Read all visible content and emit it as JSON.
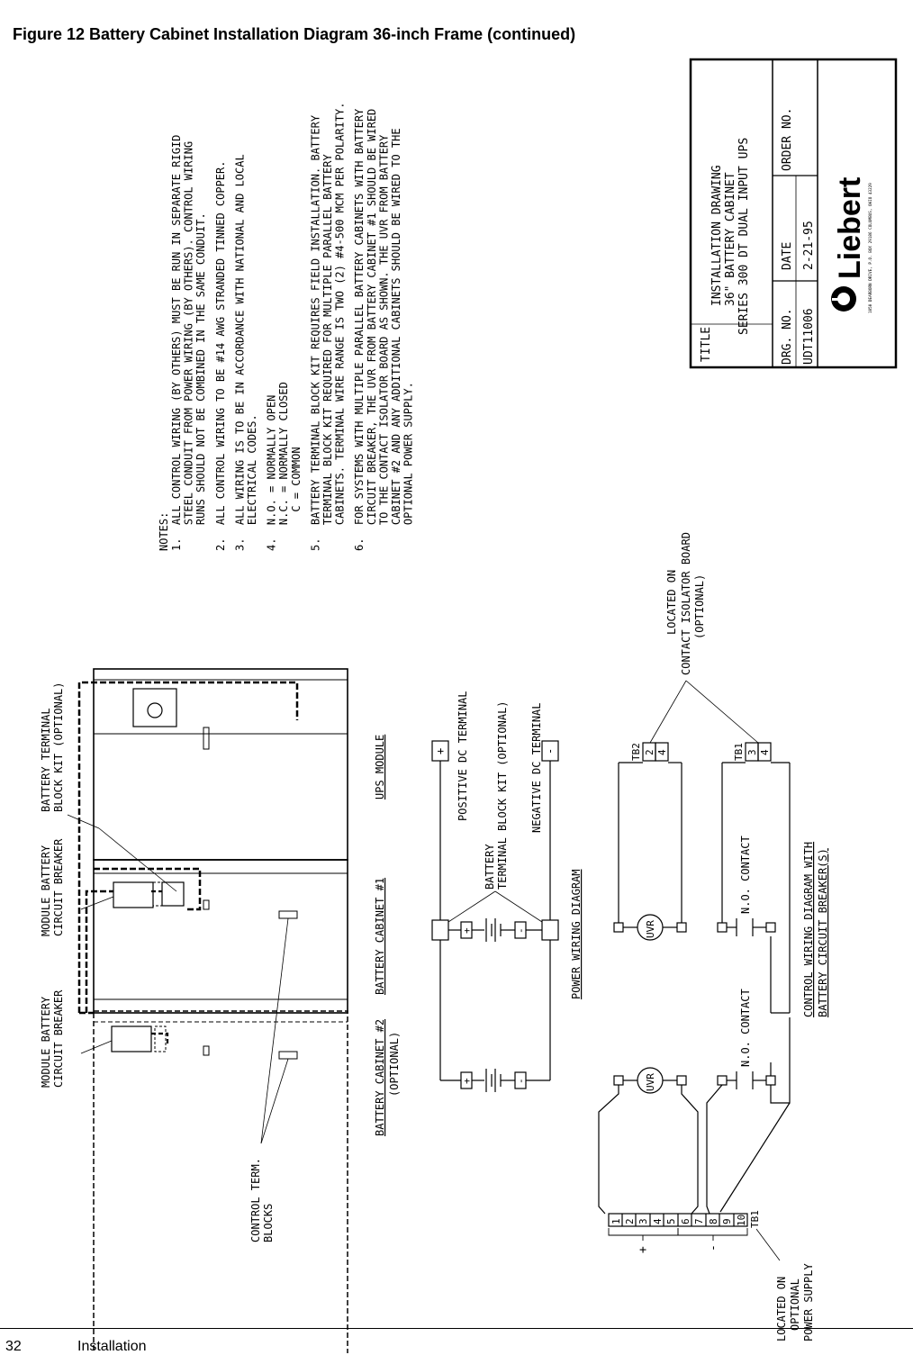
{
  "figure_title": "Figure 12  Battery Cabinet Installation Diagram 36-inch Frame (continued)",
  "footer": {
    "page": "32",
    "section": "Installation"
  },
  "title_block": {
    "title_label": "TITLE",
    "title_lines": [
      "INSTALLATION DRAWING",
      "36\" BATTERY CABINET",
      "SERIES 300 DT DUAL INPUT UPS"
    ],
    "drg_label": "DRG. NO.",
    "drg_value": "UDT11006",
    "date_label": "DATE",
    "date_value": "2-21-95",
    "order_label": "ORDER NO.",
    "logo_text": "Liebert",
    "address": "1050 DEARBORN DRIVE, P.O. BOX 29186 COLUMBUS, OHIO 43229"
  },
  "notes": {
    "heading": "NOTES:",
    "lines": [
      "1.  ALL CONTROL WIRING (BY OTHERS) MUST BE RUN IN SEPARATE RIGID",
      "    STEEL CONDUIT FROM POWER WIRING (BY OTHERS). CONTROL WIRING",
      "    RUNS SHOULD NOT BE COMBINED IN THE SAME CONDUIT.",
      "",
      "2.  ALL CONTROL WIRING TO BE #14 AWG STRANDED TINNED COPPER.",
      "",
      "3.  ALL WIRING IS TO BE IN ACCORDANCE WITH NATIONAL AND LOCAL",
      "    ELECTRICAL CODES.",
      "",
      "4.  N.O. = NORMALLY OPEN",
      "    N.C. = NORMALLY CLOSED",
      "      C = COMMON",
      "",
      "5.  BATTERY TERMINAL BLOCK KIT REQUIRES FIELD INSTALLATION. BATTERY",
      "    TERMINAL BLOCK KIT REQUIRED FOR MULTIPLE PARALLEL BATTERY",
      "    CABINETS. TERMINAL WIRE RANGE IS TWO (2) #4-500 MCM PER POLARITY.",
      "",
      "6.  FOR SYSTEMS WITH MULTIPLE PARALLEL BATTERY CABINETS WITH BATTERY",
      "    CIRCUIT BREAKER, THE UVR FROM BATTERY CABINET #1 SHOULD BE WIRED",
      "    TO THE CONTACT ISOLATOR BOARD AS SHOWN. THE UVR FROM BATTERY",
      "    CABINET #2 AND ANY ADDITIONAL CABINETS SHOULD BE WIRED TO THE",
      "    OPTIONAL POWER SUPPLY."
    ]
  },
  "cabinet_labels": {
    "module_breaker_1": [
      "MODULE BATTERY",
      "CIRCUIT BREAKER"
    ],
    "module_breaker_2": [
      "MODULE BATTERY",
      "CIRCUIT BREAKER"
    ],
    "battery_term_kit": [
      "BATTERY TERMINAL",
      "BLOCK KIT (OPTIONAL)"
    ],
    "control_term": [
      "CONTROL TERM.",
      "BLOCKS"
    ],
    "cab2": "BATTERY CABINET #2",
    "cab2_opt": "(OPTIONAL)",
    "cab1": "BATTERY CABINET #1",
    "ups": "UPS MODULE"
  },
  "power_wiring": {
    "title": "POWER WIRING DIAGRAM",
    "pos_terminal": "POSITIVE DC TERMINAL",
    "neg_terminal": "NEGATIVE DC TERMINAL",
    "battery_kit": [
      "BATTERY",
      "TERMINAL BLOCK KIT (OPTIONAL)"
    ],
    "plus": "+",
    "minus": "-"
  },
  "control_wiring": {
    "title": [
      "CONTROL WIRING DIAGRAM WITH",
      "BATTERY CIRCUIT BREAKER(S)"
    ],
    "uvr": "UVR",
    "no_contact": "N.O. CONTACT",
    "tb1": "TB1",
    "tb2": "TB2",
    "tb2_terms": [
      "2",
      "4"
    ],
    "tb1_terms": [
      "3",
      "4"
    ],
    "ps_terms": [
      "1",
      "2",
      "3",
      "4",
      "5",
      "6",
      "7",
      "8",
      "9",
      "10"
    ],
    "ps_tb": "TB1",
    "contact_isolator": [
      "LOCATED ON",
      "CONTACT ISOLATOR BOARD",
      "(OPTIONAL)"
    ],
    "power_supply": [
      "LOCATED ON",
      "OPTIONAL",
      "POWER SUPPLY"
    ],
    "plus": "+",
    "minus": "-"
  }
}
